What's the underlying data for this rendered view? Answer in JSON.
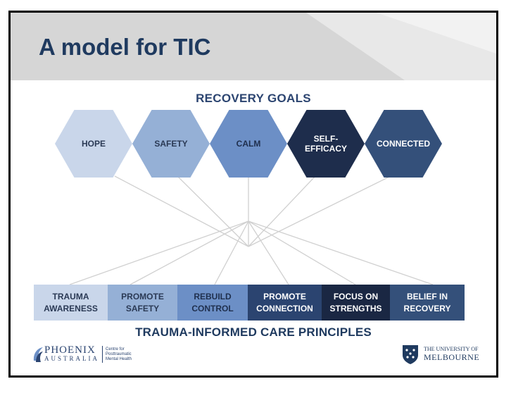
{
  "title": "A model for TIC",
  "goals_title": "RECOVERY GOALS",
  "goals": [
    {
      "label": "HOPE",
      "color": "#c9d6ea",
      "text_color": "#2b3a55"
    },
    {
      "label": "SAFETY",
      "color": "#95b0d6",
      "text_color": "#2b3a55"
    },
    {
      "label": "CALM",
      "color": "#6c8fc6",
      "text_color": "#1f2f4d"
    },
    {
      "label": "SELF-\nEFFICACY",
      "color": "#1e2d4c",
      "text_color": "#ffffff"
    },
    {
      "label": "CONNECTED",
      "color": "#34507a",
      "text_color": "#ffffff"
    }
  ],
  "principles": [
    {
      "label": "TRAUMA AWARENESS",
      "color": "#c9d6ea",
      "text_color": "#2b3a55"
    },
    {
      "label": "PROMOTE SAFETY",
      "color": "#95b0d6",
      "text_color": "#2b3a55"
    },
    {
      "label": "REBUILD CONTROL",
      "color": "#6c8fc6",
      "text_color": "#1f2f4d"
    },
    {
      "label": "PROMOTE CONNECTION",
      "color": "#2b4470",
      "text_color": "#ffffff"
    },
    {
      "label": "FOCUS ON STRENGTHS",
      "color": "#1a2743",
      "text_color": "#ffffff"
    },
    {
      "label": "BELIEF IN RECOVERY",
      "color": "#34507a",
      "text_color": "#ffffff"
    }
  ],
  "principles_title": "TRAUMA-INFORMED CARE PRINCIPLES",
  "logos": {
    "phoenix_main": "PHOENIX",
    "phoenix_sub": "AUSTRALIA",
    "phoenix_centre": "Centre for Posttraumatic Mental Health",
    "melbourne_top": "THE UNIVERSITY OF",
    "melbourne_main": "MELBOURNE"
  },
  "colors": {
    "title": "#1f3a5f",
    "connector": "#d0d0d0"
  }
}
